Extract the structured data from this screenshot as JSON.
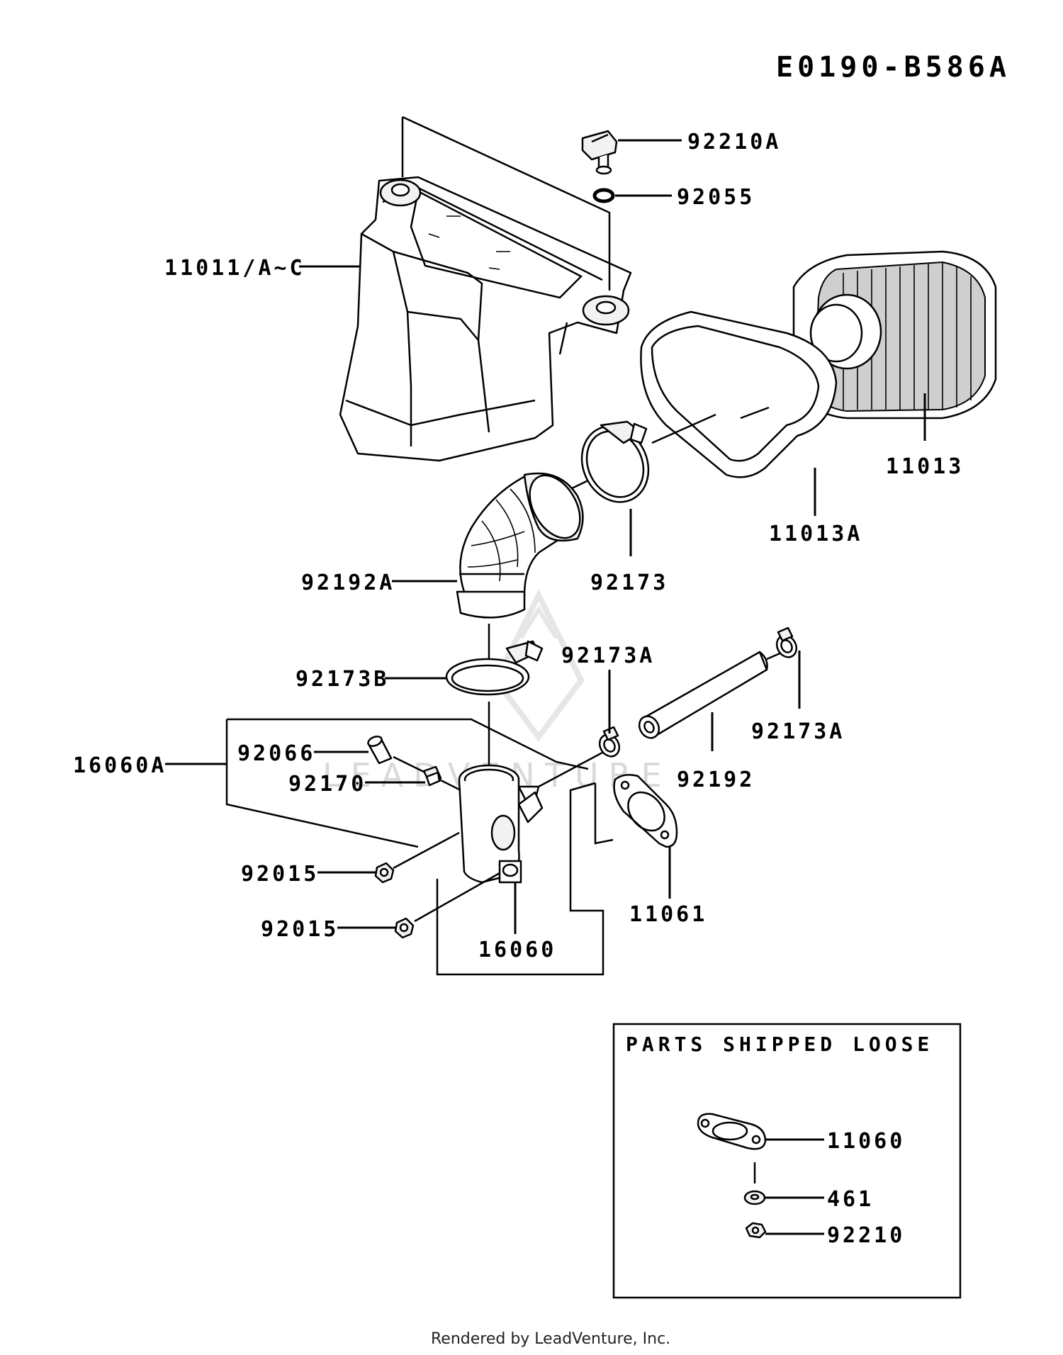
{
  "diagram_code": "E0190-B586A",
  "footer": "Rendered by LeadVenture, Inc.",
  "watermark": "LEADVENTURE",
  "loose_box_title": "PARTS SHIPPED LOOSE",
  "labels": {
    "p92210A": "92210A",
    "p92055": "92055",
    "p11011": "11011/A~C",
    "p11013": "11013",
    "p11013A": "11013A",
    "p92173": "92173",
    "p92192A": "92192A",
    "p92173B": "92173B",
    "p92173A_1": "92173A",
    "p92173A_2": "92173A",
    "p16060A": "16060A",
    "p92066": "92066",
    "p92170": "92170",
    "p92192": "92192",
    "p92015_1": "92015",
    "p92015_2": "92015",
    "p16060": "16060",
    "p11061": "11061",
    "p11060": "11060",
    "p461": "461",
    "p92210": "92210"
  }
}
